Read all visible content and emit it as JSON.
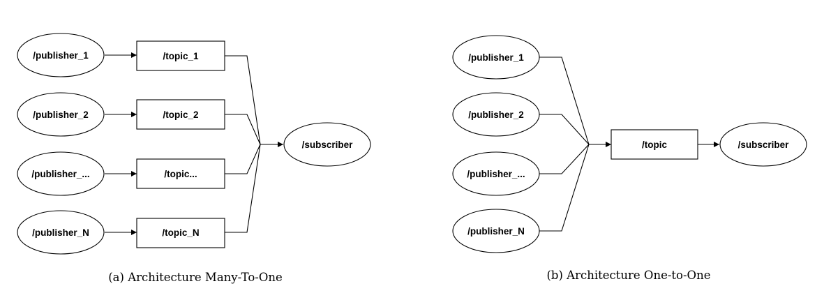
{
  "left": {
    "caption": "(a) Architecture Many-To-One",
    "publishers": [
      "/publisher_1",
      "/publisher_2",
      "/publisher_...",
      "/publisher_N"
    ],
    "topics": [
      "/topic_1",
      "/topic_2",
      "/topic...",
      "/topic_N"
    ],
    "subscriber": "/subscriber"
  },
  "right": {
    "caption": "(b) Architecture One-to-One",
    "publishers": [
      "/publisher_1",
      "/publisher_2",
      "/publisher_...",
      "/publisher_N"
    ],
    "topic": "/topic",
    "subscriber": "/subscriber"
  },
  "colors": {
    "stroke": "#000000",
    "fill": "#ffffff"
  }
}
